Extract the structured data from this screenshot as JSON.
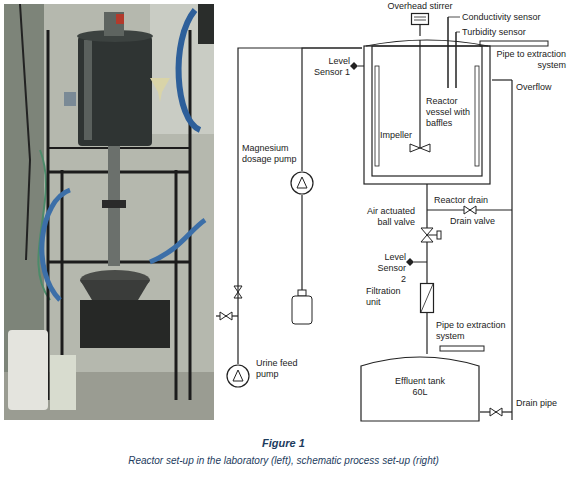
{
  "diagram": {
    "title": "Figure 1",
    "caption": "Reactor set-up in the laboratory (left), schematic process set-up (right)",
    "nodes": [
      {
        "text": [
          "Overhead stirrer"
        ]
      },
      {
        "text": [
          "Reactor vessel with baffles"
        ]
      },
      {
        "text": [
          "Magnesium dosage pump"
        ]
      },
      {
        "text": [
          "Air actuated ball valve"
        ]
      },
      {
        "text": [
          "Filtration unit"
        ]
      },
      {
        "text": [
          "Urine feed pump"
        ]
      },
      {
        "text": [
          "Effluent tank 60L"
        ]
      }
    ],
    "edges": [
      {
        "from": 0,
        "to": 1,
        "arrow": "none"
      },
      {
        "from": 2,
        "to": 1,
        "arrow": "none"
      },
      {
        "from": 5,
        "to": 1,
        "arrow": "none"
      },
      {
        "from": 1,
        "to": 3,
        "arrow": "none"
      },
      {
        "from": 3,
        "to": 4,
        "arrow": "none"
      },
      {
        "from": 4,
        "to": 6,
        "arrow": "none"
      }
    ],
    "labels": [
      "Conductivity sensor",
      "Turbidity sensor",
      "Pipe to extraction system",
      "Level Sensor 1",
      "Overflow",
      "Impeller",
      "Reactor drain",
      "Drain valve",
      "Level Sensor 2",
      "Pipe to extraction system",
      "Drain pipe"
    ]
  }
}
